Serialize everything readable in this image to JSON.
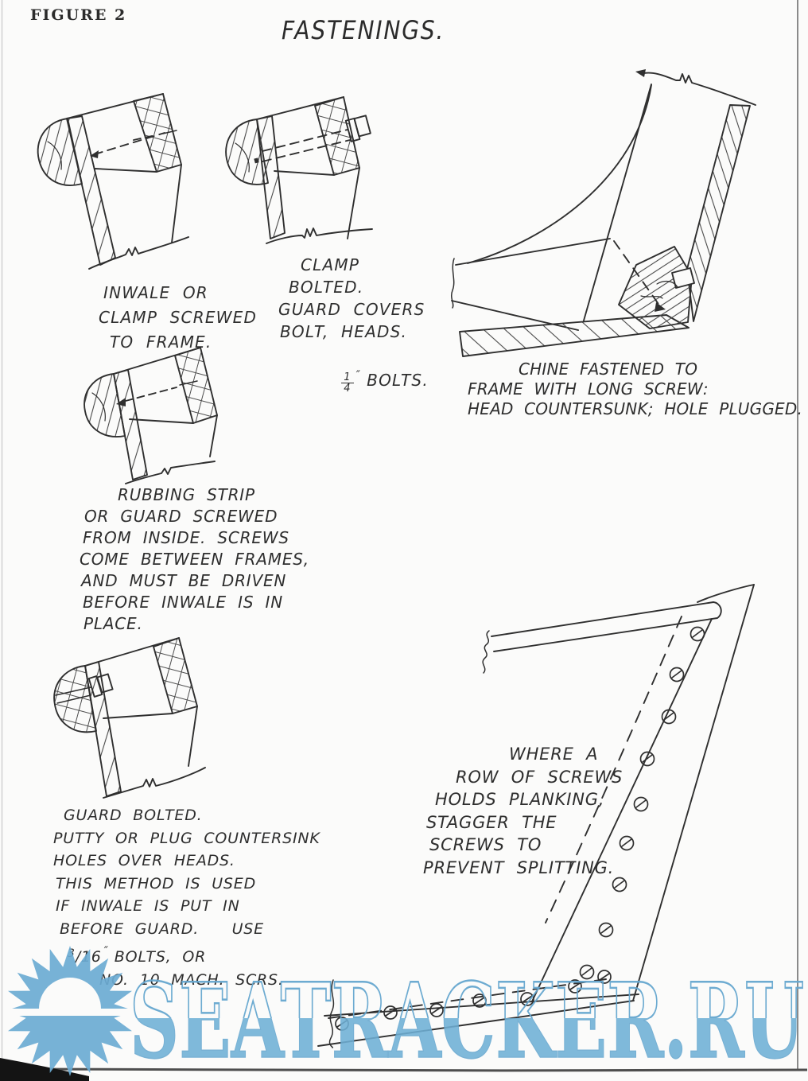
{
  "figure_label": "FIGURE 2",
  "title": "FASTENINGS.",
  "ink_color": "#2b2b2b",
  "watermark": {
    "text": "SEATRACKER.RU",
    "color": "#6cacd4",
    "icon": "sun-icon"
  },
  "sketches": {
    "inwale_screwed": {
      "caption_lines": [
        "INWALE OR",
        "CLAMP SCREWED",
        "TO FRAME."
      ]
    },
    "clamp_bolted": {
      "caption_lines": [
        "CLAMP",
        "BOLTED.",
        "GUARD COVERS",
        "BOLT, HEADS."
      ],
      "bolt_line": {
        "num": "1",
        "den": "4",
        "suffix": "BOLTS."
      }
    },
    "chine_screw": {
      "caption_lines": [
        "CHINE FASTENED TO",
        "FRAME WITH LONG SCREW:",
        "HEAD COUNTERSUNK; HOLE PLUGGED."
      ]
    },
    "rubbing_strip": {
      "caption_lines": [
        "RUBBING STRIP",
        "OR GUARD SCREWED",
        "FROM INSIDE. SCREWS",
        "COME BETWEEN FRAMES,",
        "AND MUST BE DRIVEN",
        "BEFORE INWALE IS IN",
        "PLACE."
      ]
    },
    "guard_bolted": {
      "caption_lines": [
        "GUARD BOLTED.",
        "PUTTY OR PLUG COUNTERSINK",
        "HOLES OVER HEADS.",
        "THIS METHOD IS USED",
        "IF INWALE IS PUT IN",
        "BEFORE GUARD.   USE"
      ],
      "bolt_line": {
        "num": "3",
        "den": "16",
        "suffix": "BOLTS, OR"
      },
      "last_line": "NO. 10 MACH. SCRS."
    },
    "staggered_screws": {
      "caption_lines": [
        "WHERE A",
        "ROW OF SCREWS",
        "HOLDS PLANKING,",
        "STAGGER THE",
        "SCREWS TO",
        "PREVENT SPLITTING."
      ]
    }
  }
}
